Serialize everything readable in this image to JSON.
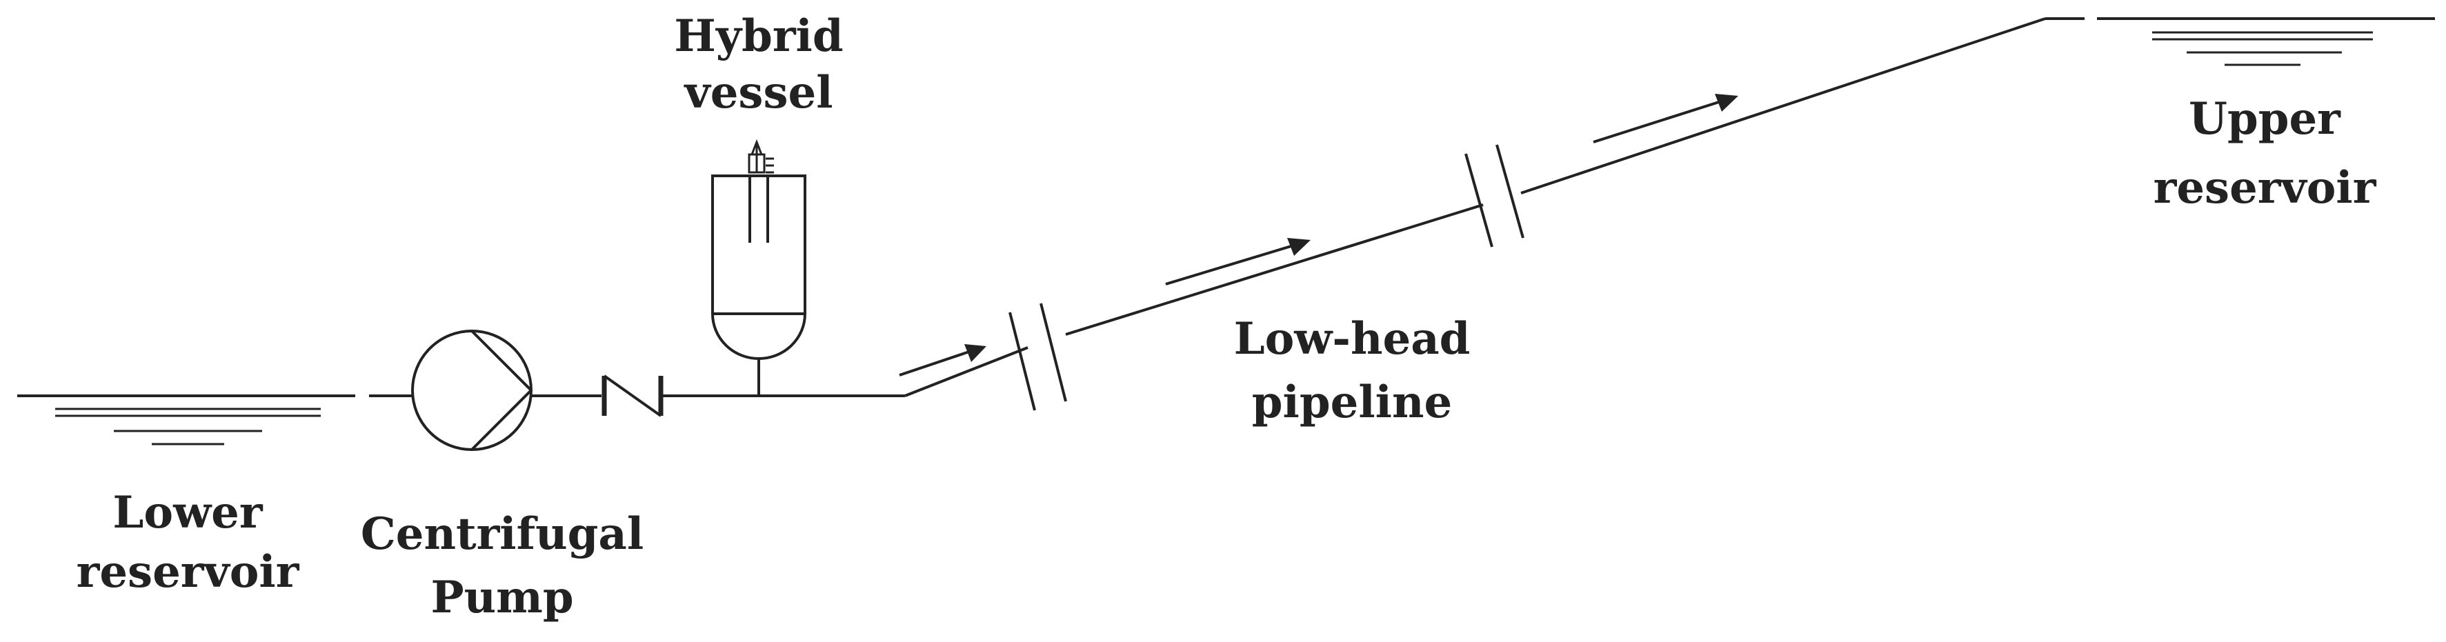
{
  "labels": {
    "hybrid_vessel": [
      "Hybrid",
      "vessel"
    ],
    "upper_reservoir": [
      "Upper",
      "reservoir"
    ],
    "low_head_pipeline": [
      "Low-head",
      "pipeline"
    ],
    "lower_reservoir": [
      "Lower",
      "reservoir"
    ],
    "centrifugal_pump": [
      "Centrifugal",
      "Pump"
    ]
  },
  "icons": {
    "pump": "centrifugal-pump-symbol",
    "check_valve": "check-valve-symbol",
    "vessel": "hybrid-vessel-symbol",
    "air_valve": "air-valve-symbol",
    "pipe_break": "pipe-break-symbol",
    "reservoir": "reservoir-water-level-symbol",
    "flow": "flow-direction-arrow"
  },
  "colors": {
    "line": "#222222",
    "background": "#ffffff"
  }
}
